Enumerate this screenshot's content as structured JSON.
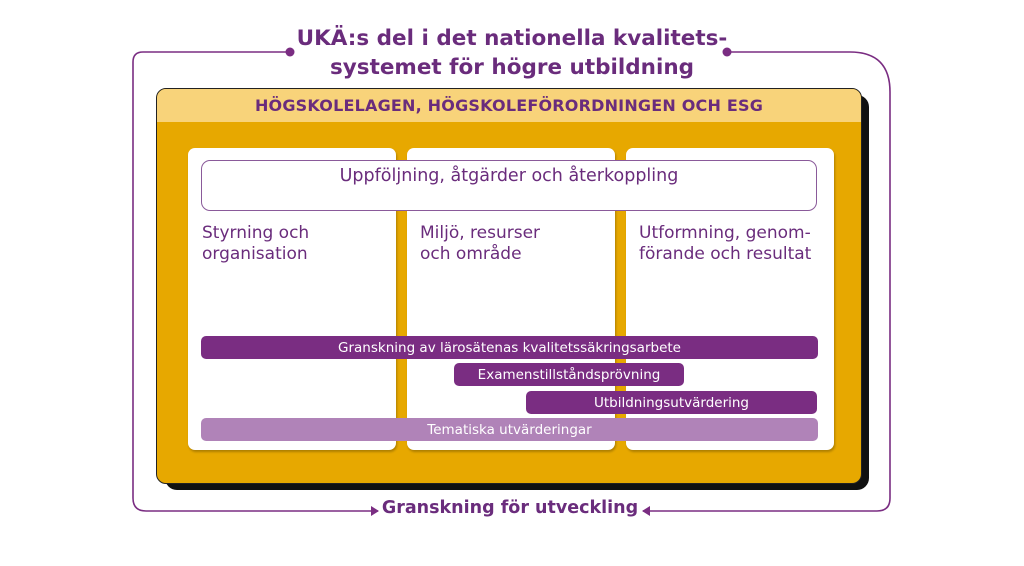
{
  "diagram": {
    "title": "UKÄ:s del i det nationella kvalitets-\nsystemet för högre utbildning",
    "outer_header": "HÖGSKOLELAGEN, HÖGSKOLEFÖRORDNINGEN OCH ESG",
    "followup_box": "Uppföljning, åtgärder och återkoppling",
    "columns": [
      {
        "label": "Styrning och\norganisation"
      },
      {
        "label": "Miljö, resurser\noch område"
      },
      {
        "label": "Utformning, genom-\nförande och resultat"
      }
    ],
    "bars": [
      {
        "label": "Granskning av lärosätenas kvalitetssäkringsarbete"
      },
      {
        "label": "Examenstillståndsprövning"
      },
      {
        "label": "Utbildningsutvärdering"
      },
      {
        "label": "Tematiska utvärderingar"
      }
    ],
    "bottom_label": "Granskning för utveckling"
  },
  "colors": {
    "purple_text": "#6a2c7c",
    "purple_bar": "#7a2d82",
    "light_purple_bar": "#b083b8",
    "gold": "#e7a800",
    "light_gold": "#f8d37a",
    "connector": "#7a2d82"
  }
}
